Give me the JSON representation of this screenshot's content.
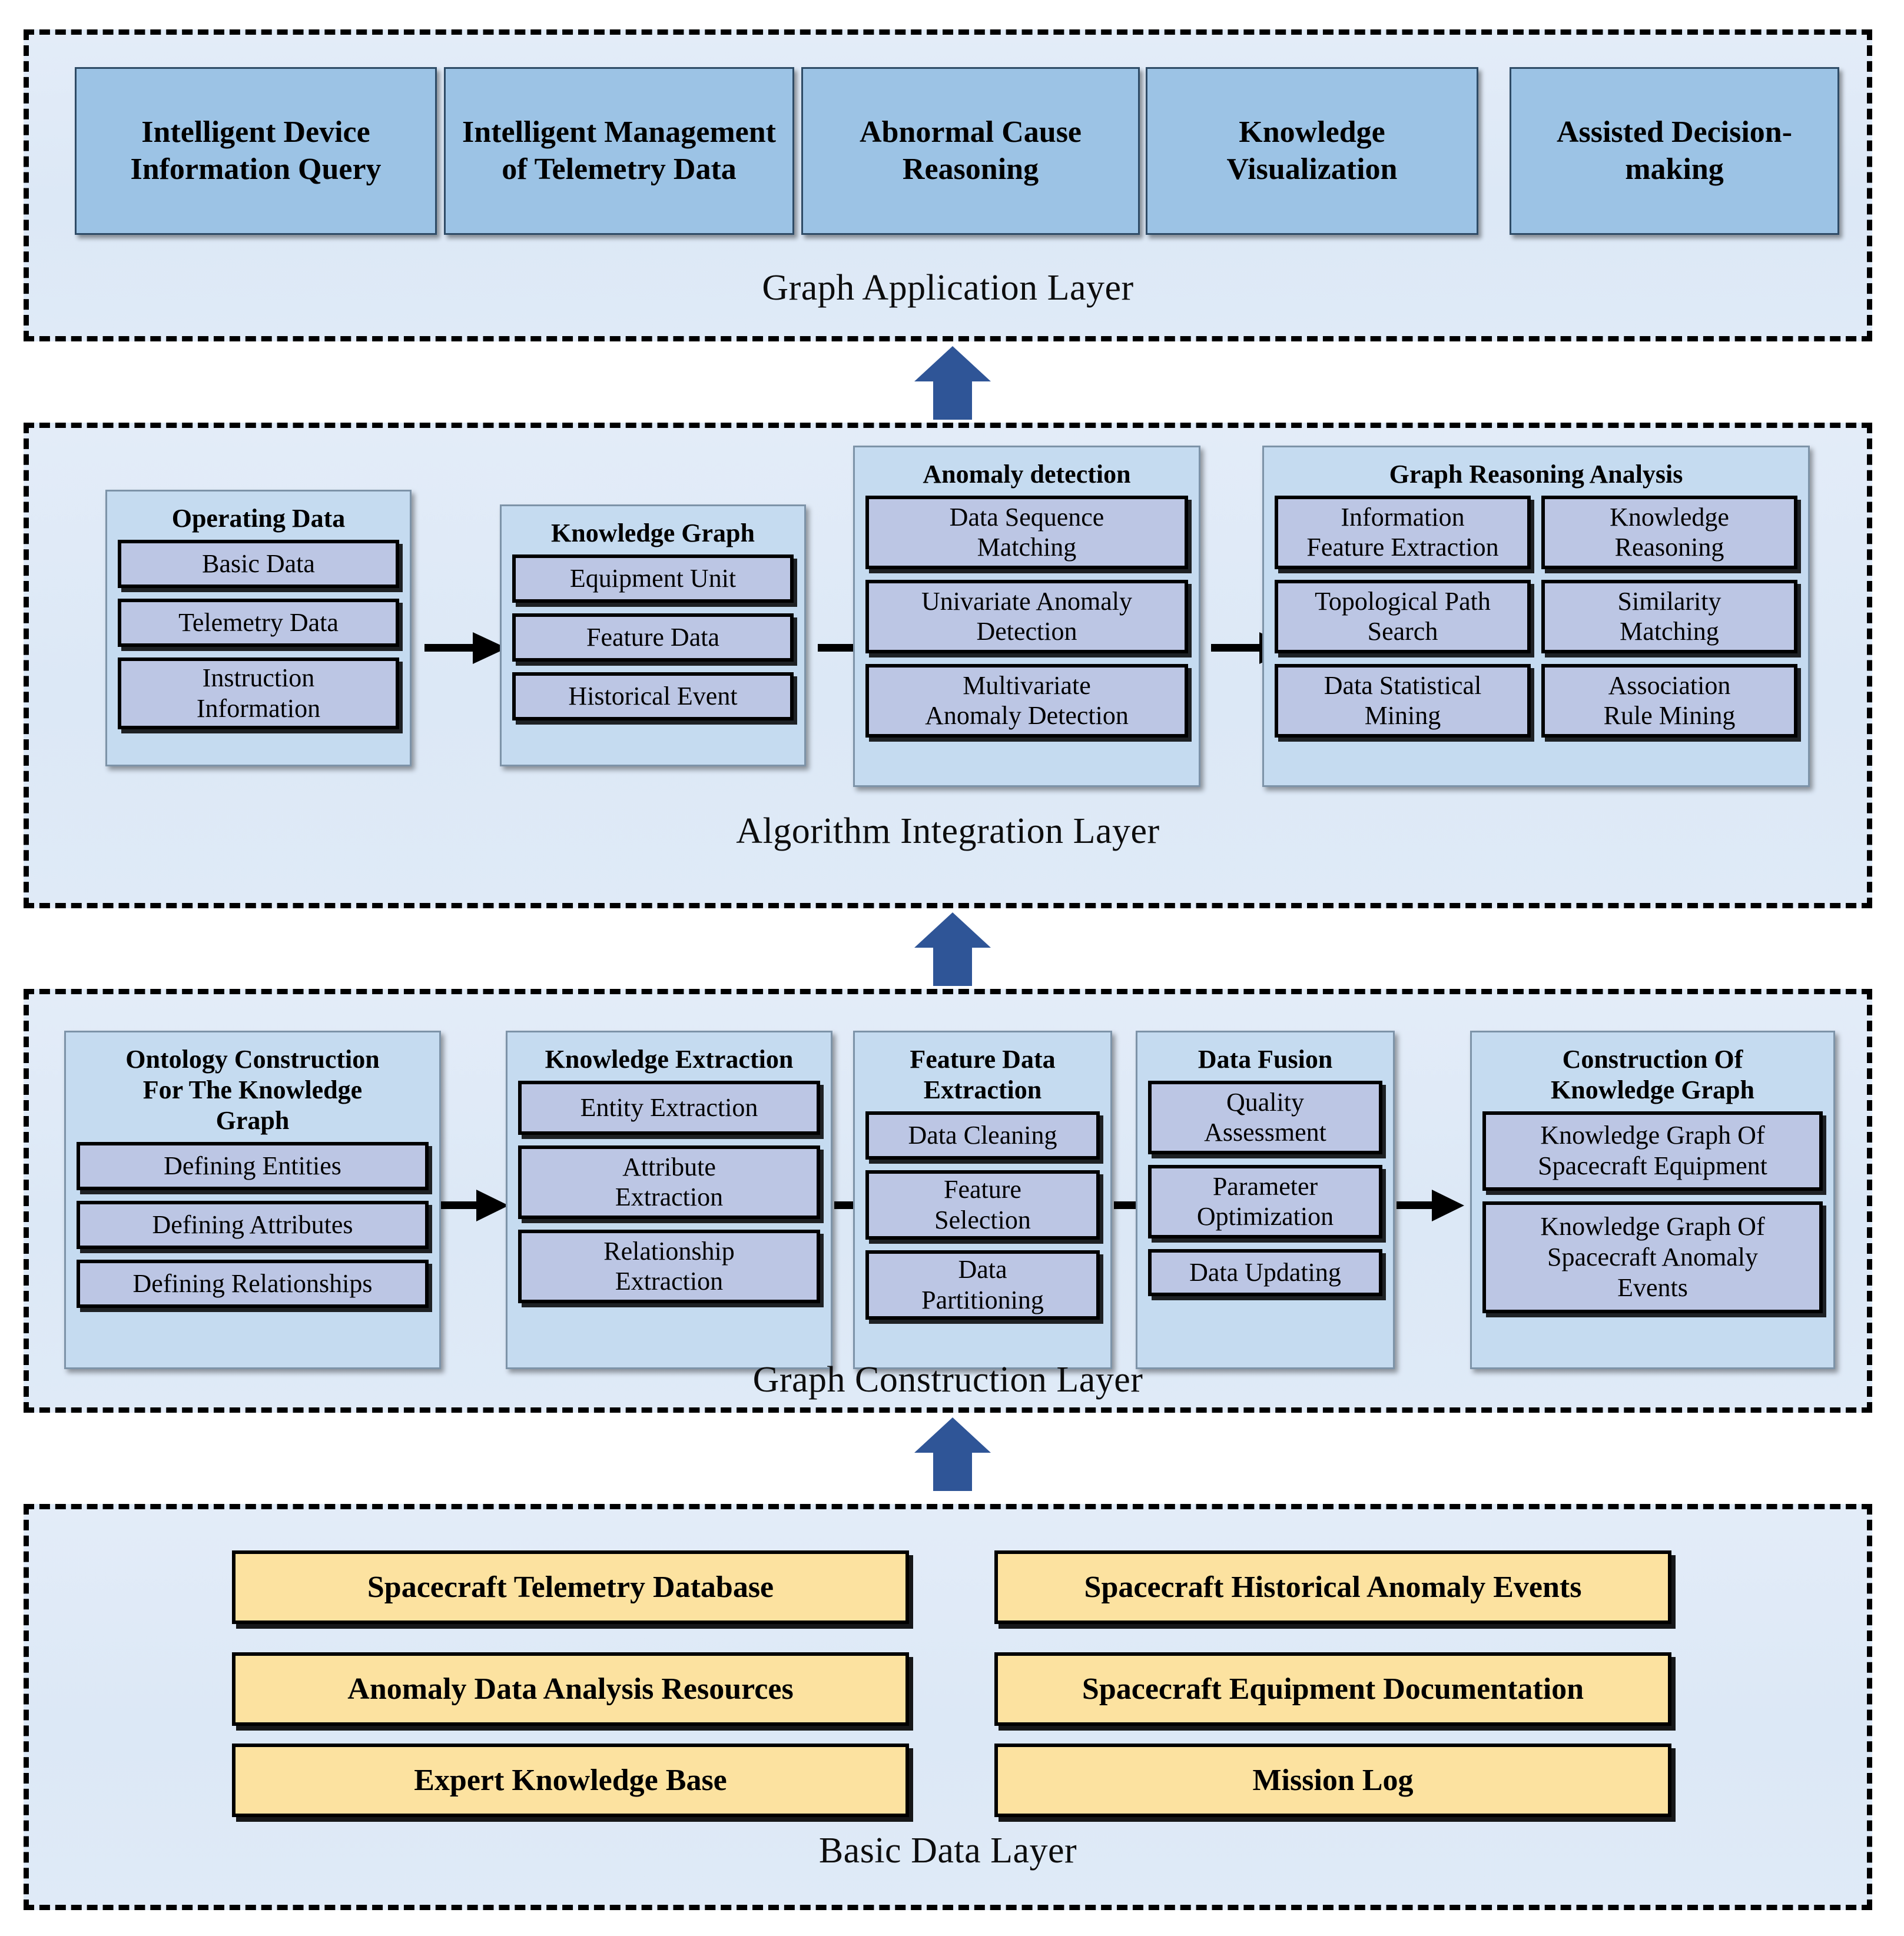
{
  "colors": {
    "layer_bg": "#DDE8F6",
    "app_card": "#9CC3E5",
    "group_panel": "#C5DBF0",
    "group_item": "#BCC6E4",
    "data_card": "#FCE2A0",
    "arrow_blue": "#2F5597",
    "border_black": "#000000"
  },
  "layers": [
    {
      "id": "graph-application-layer",
      "caption": "Graph Application Layer",
      "cards": [
        {
          "label": "Intelligent Device Information Query"
        },
        {
          "label": "Intelligent Management of Telemetry Data"
        },
        {
          "label": "Abnormal Cause Reasoning"
        },
        {
          "label": "Knowledge Visualization"
        },
        {
          "label": "Assisted Decision-making"
        }
      ]
    },
    {
      "id": "algorithm-integration-layer",
      "caption": "Algorithm Integration Layer",
      "groups": [
        {
          "title": "Operating Data",
          "items": [
            "Basic Data",
            "Telemetry Data",
            "Instruction\nInformation"
          ]
        },
        {
          "title": "Knowledge Graph",
          "items": [
            "Equipment Unit",
            "Feature Data",
            "Historical Event"
          ]
        },
        {
          "title": "Anomaly detection",
          "items": [
            "Data Sequence\nMatching",
            "Univariate Anomaly\nDetection",
            "Multivariate\nAnomaly Detection"
          ]
        },
        {
          "title": "Graph Reasoning Analysis",
          "items": [
            "Information\nFeature Extraction",
            "Knowledge\nReasoning",
            "Topological Path\nSearch",
            "Similarity\nMatching",
            "Data Statistical\nMining",
            "Association\nRule Mining"
          ]
        }
      ]
    },
    {
      "id": "graph-construction-layer",
      "caption": "Graph Construction Layer",
      "groups": [
        {
          "title": "Ontology Construction\nFor The Knowledge\nGraph",
          "items": [
            "Defining Entities",
            "Defining Attributes",
            "Defining Relationships"
          ]
        },
        {
          "title": "Knowledge Extraction",
          "items": [
            "Entity Extraction",
            "Attribute\nExtraction",
            "Relationship\nExtraction"
          ]
        },
        {
          "title": "Feature Data\nExtraction",
          "items": [
            "Data Cleaning",
            "Feature\nSelection",
            "Data\nPartitioning"
          ]
        },
        {
          "title": "Data Fusion",
          "items": [
            "Quality\nAssessment",
            "Parameter\nOptimization",
            "Data Updating"
          ]
        },
        {
          "title": "Construction Of\nKnowledge Graph",
          "items": [
            "Knowledge Graph Of\nSpacecraft Equipment",
            "Knowledge Graph Of\nSpacecraft Anomaly\nEvents"
          ]
        }
      ]
    },
    {
      "id": "basic-data-layer",
      "caption": "Basic Data Layer",
      "cards_left": [
        "Spacecraft Telemetry Database",
        "Anomaly Data Analysis Resources",
        "Expert Knowledge Base"
      ],
      "cards_right": [
        "Spacecraft Historical Anomaly Events",
        "Spacecraft Equipment Documentation",
        "Mission Log"
      ]
    }
  ],
  "flow_arrows": {
    "vertical_count": 3,
    "direction": "up",
    "horizontal_algorithm_count": 3,
    "horizontal_construction_count": 4
  }
}
